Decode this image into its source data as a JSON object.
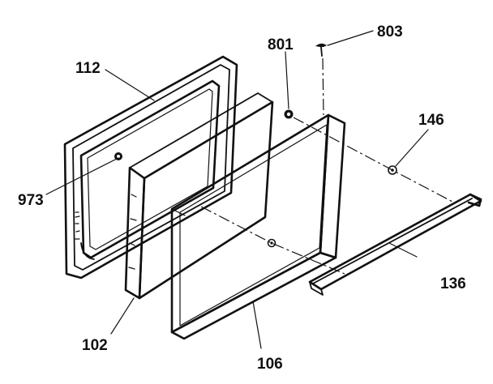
{
  "labels": {
    "l112": "112",
    "l801": "801",
    "l803": "803",
    "l146": "146",
    "l973": "973",
    "l136": "136",
    "l102": "102",
    "l106": "106"
  }
}
